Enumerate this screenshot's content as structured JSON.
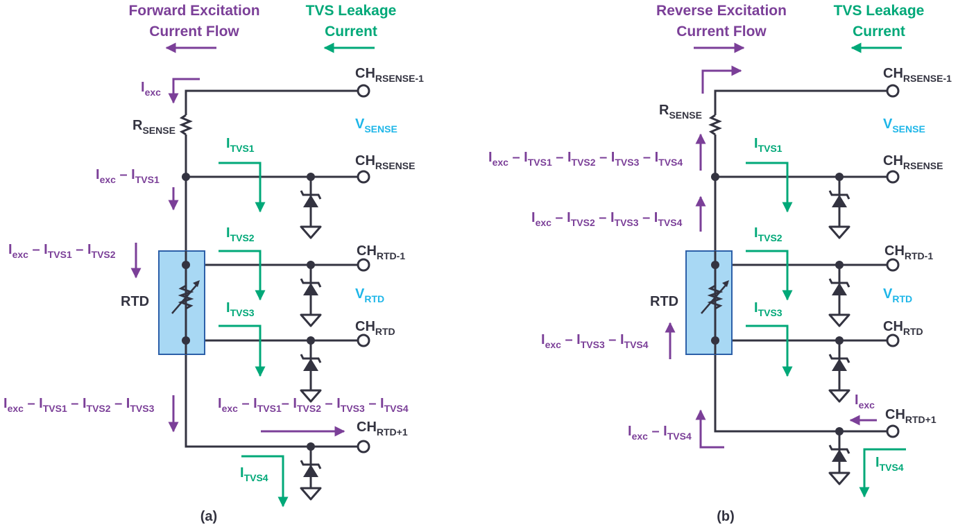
{
  "colors": {
    "excitation": "#7b3f98",
    "leakage": "#00a878",
    "wire": "#333340",
    "voltage": "#1eb6e8",
    "rtd_fill": "#a8d8f4",
    "rtd_stroke": "#2c5fa8"
  },
  "panel_a": {
    "caption": "(a)",
    "header_excitation_line1": "Forward Excitation",
    "header_excitation_line2": "Current Flow",
    "header_leakage_line1": "TVS Leakage",
    "header_leakage_line2": "Current",
    "rsense_label": {
      "main": "R",
      "sub": "SENSE"
    },
    "rtd_label": "RTD",
    "v_sense": {
      "main": "V",
      "sub": "SENSE"
    },
    "v_rtd": {
      "main": "V",
      "sub": "RTD"
    },
    "channels": [
      {
        "main": "CH",
        "sub": "RSENSE-1"
      },
      {
        "main": "CH",
        "sub": "RSENSE"
      },
      {
        "main": "CH",
        "sub": "RTD-1"
      },
      {
        "main": "CH",
        "sub": "RTD"
      },
      {
        "main": "CH",
        "sub": "RTD+1"
      }
    ],
    "tvs": [
      {
        "main": "I",
        "sub": "TVS1"
      },
      {
        "main": "I",
        "sub": "TVS2"
      },
      {
        "main": "I",
        "sub": "TVS3"
      },
      {
        "main": "I",
        "sub": "TVS4"
      }
    ],
    "currents": {
      "iexc": {
        "main": "I",
        "sub": "exc"
      },
      "c1": [
        "I",
        "exc",
        " – I",
        "TVS1"
      ],
      "c2": [
        "I",
        "exc",
        " – I",
        "TVS1",
        " – I",
        "TVS2"
      ],
      "c3": [
        "I",
        "exc",
        " – I",
        "TVS1",
        " – I",
        "TVS2",
        " – I",
        "TVS3"
      ],
      "c4": [
        "I",
        "exc",
        " – I",
        "TVS1",
        "– I",
        "TVS2",
        " – I",
        "TVS3",
        " – I",
        "TVS4"
      ]
    }
  },
  "panel_b": {
    "caption": "(b)",
    "header_excitation_line1": "Reverse Excitation",
    "header_excitation_line2": "Current Flow",
    "header_leakage_line1": "TVS Leakage",
    "header_leakage_line2": "Current",
    "rsense_label": {
      "main": "R",
      "sub": "SENSE"
    },
    "rtd_label": "RTD",
    "v_sense": {
      "main": "V",
      "sub": "SENSE"
    },
    "v_rtd": {
      "main": "V",
      "sub": "RTD"
    },
    "channels": [
      {
        "main": "CH",
        "sub": "RSENSE-1"
      },
      {
        "main": "CH",
        "sub": "RSENSE"
      },
      {
        "main": "CH",
        "sub": "RTD-1"
      },
      {
        "main": "CH",
        "sub": "RTD"
      },
      {
        "main": "CH",
        "sub": "RTD+1"
      }
    ],
    "tvs": [
      {
        "main": "I",
        "sub": "TVS1"
      },
      {
        "main": "I",
        "sub": "TVS2"
      },
      {
        "main": "I",
        "sub": "TVS3"
      },
      {
        "main": "I",
        "sub": "TVS4"
      }
    ],
    "currents": {
      "iexc": {
        "main": "I",
        "sub": "exc"
      },
      "c1": [
        "I",
        "exc",
        " – I",
        "TVS1",
        " – I",
        "TVS2",
        " – I",
        "TVS3",
        " – I",
        "TVS4"
      ],
      "c2": [
        "I",
        "exc",
        " – I",
        "TVS2",
        " – I",
        "TVS3",
        " – I",
        "TVS4"
      ],
      "c3": [
        "I",
        "exc",
        " – I",
        "TVS3",
        " – I",
        "TVS4"
      ],
      "c4": [
        "I",
        "exc",
        " – I",
        "TVS4"
      ]
    }
  }
}
